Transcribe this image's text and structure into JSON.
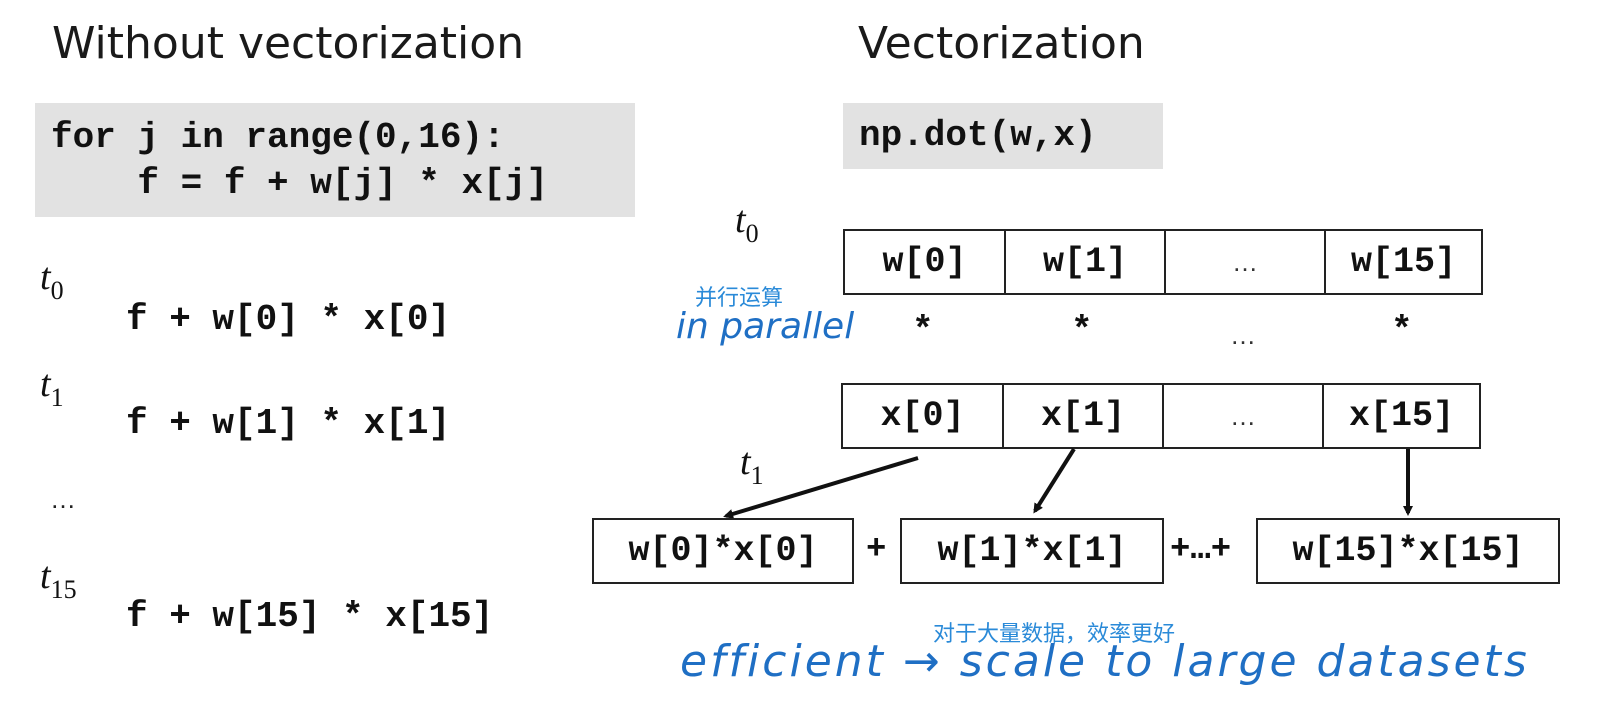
{
  "left": {
    "heading": "Without vectorization",
    "code": {
      "line1": "for j in range(0,16):",
      "line2": "    f = f + w[j] * x[j]"
    },
    "steps": [
      {
        "t": "t",
        "sub": "0",
        "expr": "f + w[0] * x[0]"
      },
      {
        "t": "t",
        "sub": "1",
        "expr": "f + w[1] * x[1]"
      },
      {
        "t": "t",
        "sub": "15",
        "expr": "f + w[15] * x[15]"
      }
    ],
    "ellipsis": "…"
  },
  "right": {
    "heading": "Vectorization",
    "code": "np.dot(w,x)",
    "t0": {
      "t": "t",
      "sub": "0"
    },
    "t1": {
      "t": "t",
      "sub": "1"
    },
    "w_cells": [
      "w[0]",
      "w[1]",
      "…",
      "w[15]"
    ],
    "x_cells": [
      "x[0]",
      "x[1]",
      "…",
      "x[15]"
    ],
    "stars": [
      "*",
      "*",
      "…",
      "*"
    ],
    "products": [
      "w[0]*x[0]",
      "w[1]*x[1]",
      "w[15]*x[15]"
    ],
    "plus1": "+",
    "plus2": "+…+",
    "annotation_cn_top": "并行运算",
    "annotation_hand_top": "in parallel",
    "annotation_cn_bottom": "对于大量数据，效率更好",
    "annotation_hand_bottom": "efficient → scale to large datasets"
  },
  "colors": {
    "annotation": "#1f6fc4",
    "cn_annotation": "#2a8ad8",
    "code_bg": "#e2e2e2"
  }
}
